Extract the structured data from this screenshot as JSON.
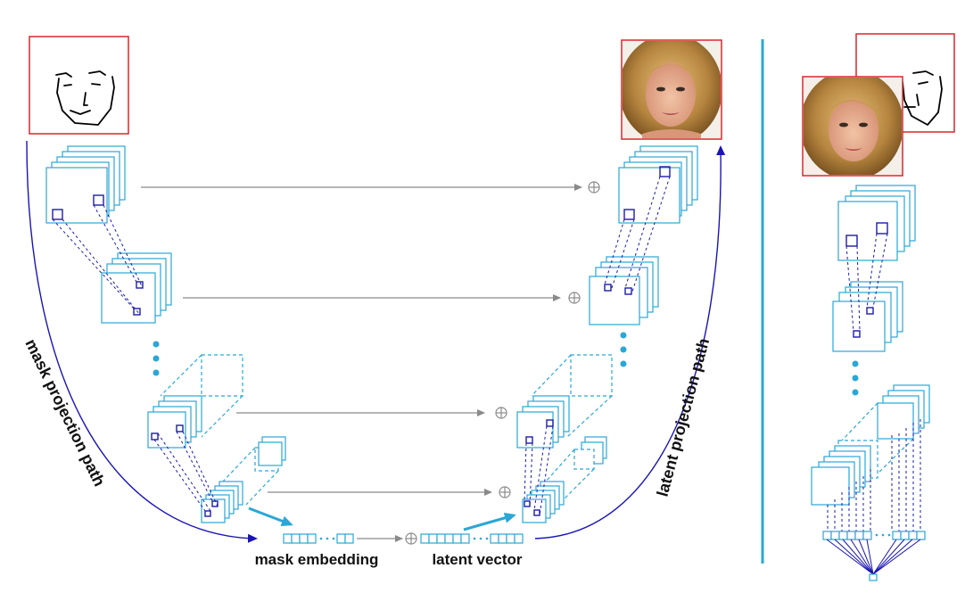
{
  "labels": {
    "mask_embedding": "mask embedding",
    "latent_vector": "latent vector",
    "mask_projection_path": "mask projection path",
    "latent_projection_path": "latent projection path"
  },
  "colors": {
    "layer_stroke": "#2aa7d6",
    "kernel_box": "#1c1caa",
    "projection_curve": "#1a14b4",
    "skip_arrow": "#8a8a8a",
    "emphasis_arrow": "#2aa7d6",
    "frame_border": "#d9262c",
    "divider": "#2aa7d6"
  },
  "icons": {
    "sketch": "face-sketch",
    "photo": "face-photo",
    "sum": "oplus-symbol"
  }
}
